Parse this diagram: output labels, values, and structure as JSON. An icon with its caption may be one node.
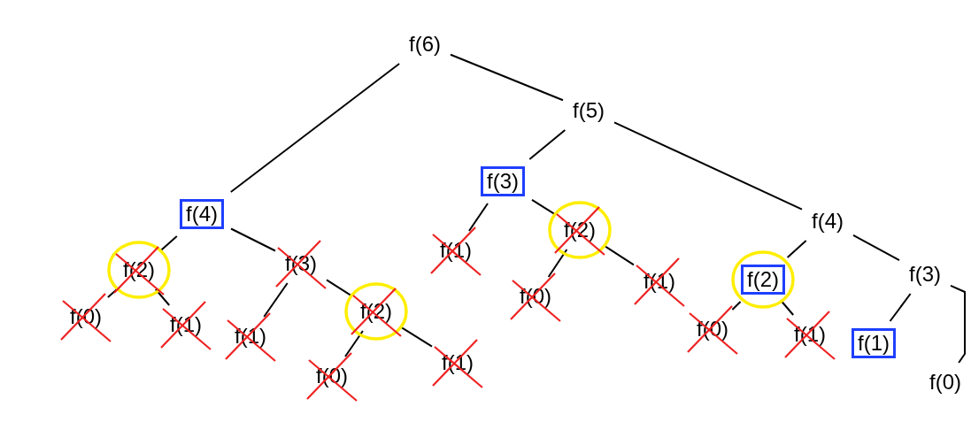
{
  "diagram": {
    "nodes": [
      {
        "text": [
          "f(6)"
        ]
      },
      {
        "text": [
          "f(4)"
        ]
      },
      {
        "text": [
          "f(2)"
        ]
      },
      {
        "text": [
          "f(0)"
        ]
      },
      {
        "text": [
          "f(1)"
        ]
      },
      {
        "text": [
          "f(3)"
        ]
      },
      {
        "text": [
          "f(1)"
        ]
      },
      {
        "text": [
          "f(2)"
        ]
      },
      {
        "text": [
          "f(0)"
        ]
      },
      {
        "text": [
          "f(1)"
        ]
      },
      {
        "text": [
          "f(5)"
        ]
      },
      {
        "text": [
          "f(3)"
        ]
      },
      {
        "text": [
          "f(1)"
        ]
      },
      {
        "text": [
          "f(2)"
        ]
      },
      {
        "text": [
          "f(0)"
        ]
      },
      {
        "text": [
          "f(1)"
        ]
      },
      {
        "text": [
          "f(4)"
        ]
      },
      {
        "text": [
          "f(2)"
        ]
      },
      {
        "text": [
          "f(0)"
        ]
      },
      {
        "text": [
          "f(1)"
        ]
      },
      {
        "text": [
          "f(3)"
        ]
      },
      {
        "text": [
          "f(1)"
        ]
      },
      {
        "text": [
          "f(0)"
        ]
      }
    ],
    "edges": [
      {
        "from": 0,
        "to": 1,
        "arrow": "none"
      },
      {
        "from": 0,
        "to": 10,
        "arrow": "none"
      },
      {
        "from": 1,
        "to": 2,
        "arrow": "none"
      },
      {
        "from": 1,
        "to": 5,
        "arrow": "none"
      },
      {
        "from": 2,
        "to": 3,
        "arrow": "none"
      },
      {
        "from": 2,
        "to": 4,
        "arrow": "none"
      },
      {
        "from": 5,
        "to": 6,
        "arrow": "none"
      },
      {
        "from": 5,
        "to": 7,
        "arrow": "none"
      },
      {
        "from": 7,
        "to": 8,
        "arrow": "none"
      },
      {
        "from": 7,
        "to": 9,
        "arrow": "none"
      },
      {
        "from": 10,
        "to": 11,
        "arrow": "none"
      },
      {
        "from": 10,
        "to": 16,
        "arrow": "none"
      },
      {
        "from": 11,
        "to": 12,
        "arrow": "none"
      },
      {
        "from": 11,
        "to": 13,
        "arrow": "none"
      },
      {
        "from": 13,
        "to": 14,
        "arrow": "none"
      },
      {
        "from": 13,
        "to": 15,
        "arrow": "none"
      },
      {
        "from": 16,
        "to": 17,
        "arrow": "none"
      },
      {
        "from": 16,
        "to": 20,
        "arrow": "none"
      },
      {
        "from": 17,
        "to": 18,
        "arrow": "none"
      },
      {
        "from": 17,
        "to": 19,
        "arrow": "none"
      },
      {
        "from": 20,
        "to": 21,
        "arrow": "none"
      },
      {
        "from": 20,
        "to": 22,
        "arrow": "none"
      }
    ]
  }
}
